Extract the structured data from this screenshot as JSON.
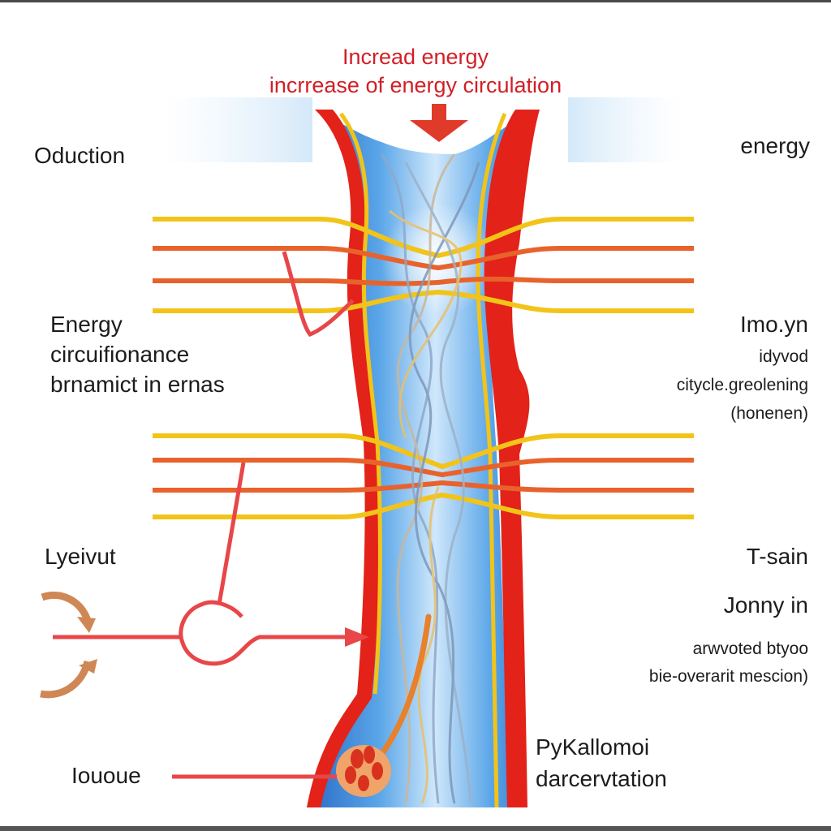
{
  "title": {
    "line1": "Incread energy",
    "line2": "incrrease of energy circulation"
  },
  "labels": {
    "left": {
      "oduction": "Oduction",
      "energy_line1": "Energy",
      "energy_line2": "circuifionance",
      "energy_line3": "brnamict in ernas",
      "lyeivut": "Lyeivut",
      "iououe": "Iououe"
    },
    "right": {
      "energy": "energy",
      "imoyn": "Imo.yn",
      "idyvod": "idyvod",
      "citycle": "citycle.greolening",
      "honenen": "(honenen)",
      "tsain": "T-sain",
      "jonnyin": "Jonny in",
      "arwvoted": "arwvoted btyoo",
      "bio_overarit": "bie-overarit mescion)",
      "pykallomoi": "PyKallomoi",
      "darcervtation": "darcervtation"
    }
  },
  "colors": {
    "title_red": "#d21f26",
    "vessel_red": "#e32219",
    "vessel_blue": "#3f8fdc",
    "fiber_yellow": "#f2c419",
    "fiber_orange": "#e8622c",
    "accent_brown": "#cf8755"
  },
  "icons": {
    "down_arrow": "red-down-arrow-icon",
    "cycle_arrows": "brown-cycle-arrows-icon",
    "loop_arrow": "red-loop-arrow-icon"
  }
}
